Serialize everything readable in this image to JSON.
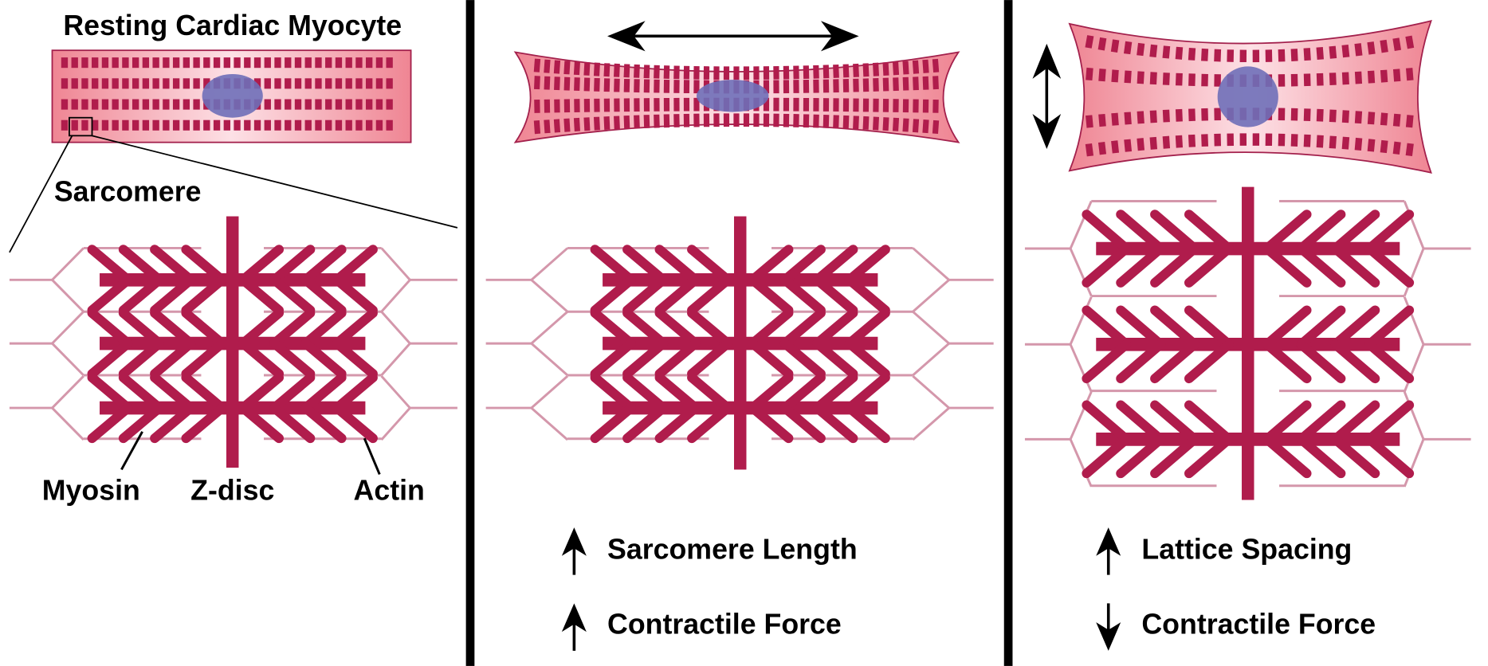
{
  "panels": [
    {
      "title": "Resting Cardiac Myocyte",
      "subtitle": "Sarcomere",
      "labels": {
        "myosin": "Myosin",
        "zdisc": "Z-disc",
        "actin": "Actin"
      }
    },
    {
      "stretch_arrow": "horizontal-double-arrow",
      "effects": [
        {
          "icon": "up-arrow",
          "text": "Sarcomere Length"
        },
        {
          "icon": "up-arrow",
          "text": "Contractile Force"
        }
      ]
    },
    {
      "stretch_arrow": "vertical-double-arrow",
      "effects": [
        {
          "icon": "up-arrow",
          "text": "Lattice Spacing"
        },
        {
          "icon": "down-arrow",
          "text": "Contractile Force"
        }
      ]
    }
  ],
  "colors": {
    "cell_edge": "#ef8593",
    "cell_center": "#fcdbe1",
    "cell_border": "#a3204c",
    "striation": "#b01c4c",
    "nucleus": "#6f6fb8",
    "myosin": "#b01c4c",
    "actin": "#d497ab",
    "divider": "#000000"
  }
}
